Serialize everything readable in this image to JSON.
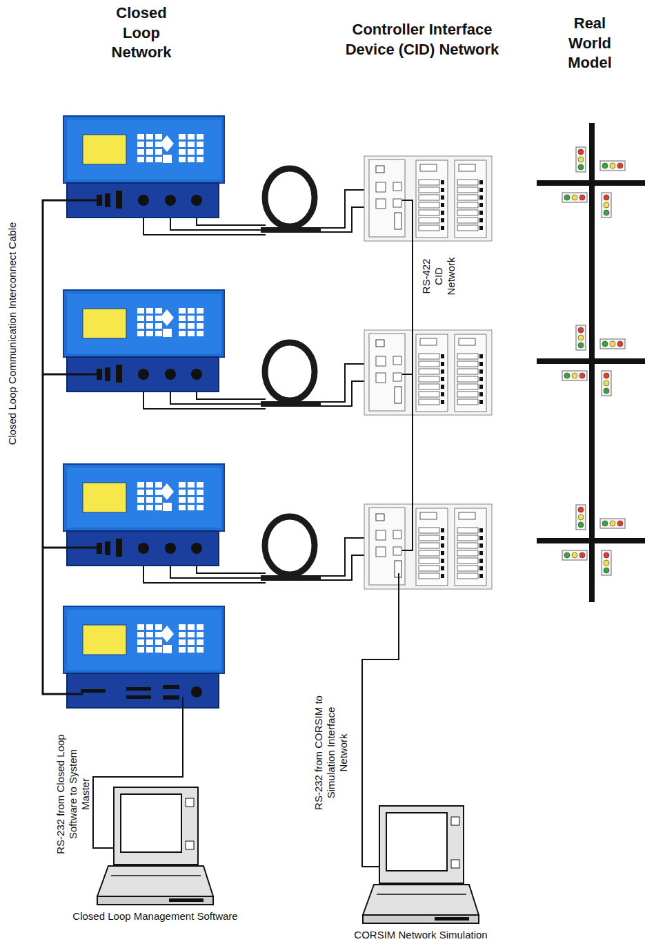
{
  "diagram": {
    "nodes": [
      {
        "text": [
          "Closed Loop Management Software"
        ]
      },
      {
        "text": [
          "CORSIM Network Simulation"
        ]
      }
    ],
    "labels": [
      "Closed Loop Network",
      "Controller Interface Device (CID) Network",
      "Real World Model",
      "Closed Loop Communication Interconnect Cable",
      "RS-422 CID Network",
      "RS-232 from Closed Loop Software to System Master",
      "RS-232 from CORSIM to Simulation Interface Network"
    ]
  }
}
